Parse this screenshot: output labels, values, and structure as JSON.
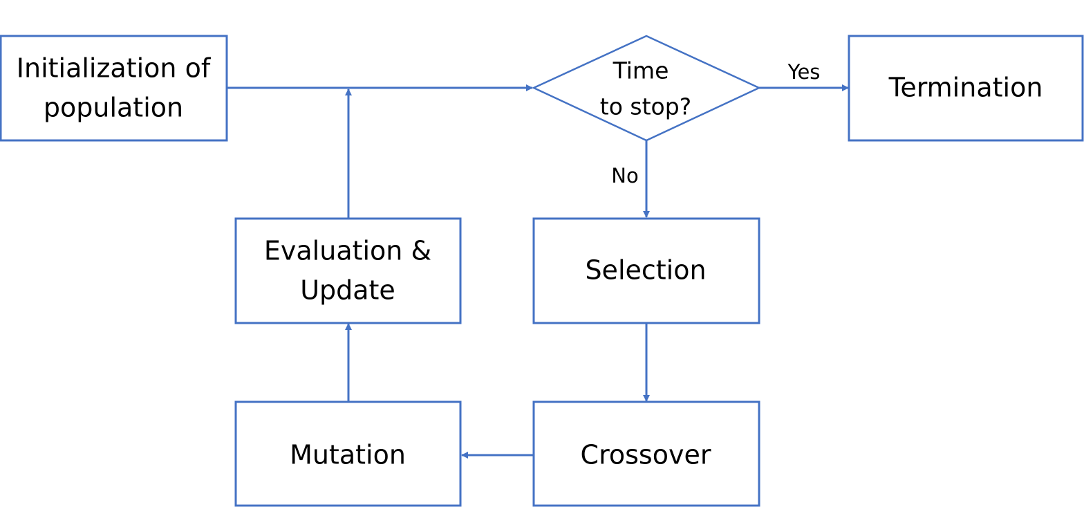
{
  "colors": {
    "stroke": "#4472c4",
    "node_fill": "#ffffff",
    "text": "#000000",
    "background": "#ffffff"
  },
  "nodes": {
    "init": {
      "line1": "Initialization of",
      "line2": "population"
    },
    "decision": {
      "line1": "Time",
      "line2": "to stop?"
    },
    "termination": {
      "label": "Termination"
    },
    "evaluation": {
      "line1": "Evaluation &",
      "line2": "Update"
    },
    "selection": {
      "label": "Selection"
    },
    "mutation": {
      "label": "Mutation"
    },
    "crossover": {
      "label": "Crossover"
    }
  },
  "edges": {
    "yes_label": "Yes",
    "no_label": "No"
  }
}
